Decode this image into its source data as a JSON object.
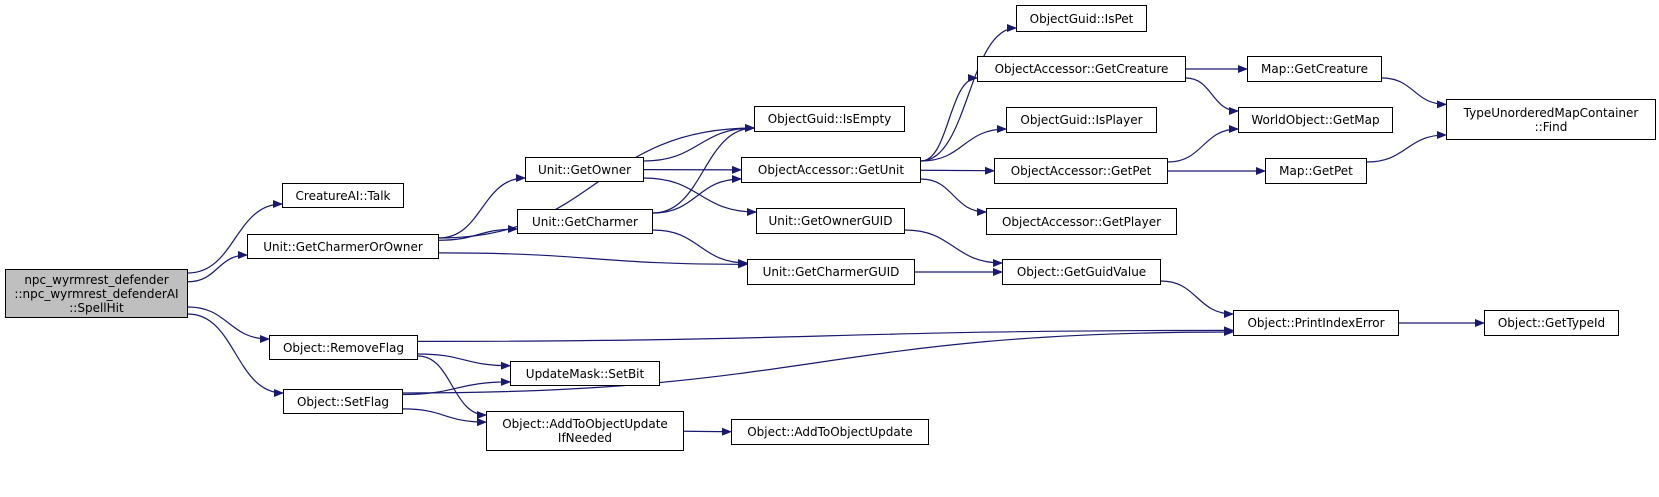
{
  "diagram": {
    "type": "call-graph",
    "edge_color": "#191970",
    "root_fill": "#bfbfbf",
    "nodes": [
      {
        "id": "root",
        "label": "npc_wyrmrest_defender\n::npc_wyrmrest_defenderAI\n::SpellHit",
        "root": true
      },
      {
        "id": "talk",
        "label": "CreatureAI::Talk"
      },
      {
        "id": "gcoo",
        "label": "Unit::GetCharmerOrOwner"
      },
      {
        "id": "removeflag",
        "label": "Object::RemoveFlag"
      },
      {
        "id": "setflag",
        "label": "Object::SetFlag"
      },
      {
        "id": "getowner",
        "label": "Unit::GetOwner"
      },
      {
        "id": "getcharmer",
        "label": "Unit::GetCharmer"
      },
      {
        "id": "isempty",
        "label": "ObjectGuid::IsEmpty"
      },
      {
        "id": "getunit",
        "label": "ObjectAccessor::GetUnit"
      },
      {
        "id": "getownerguid",
        "label": "Unit::GetOwnerGUID"
      },
      {
        "id": "getcharmerguid",
        "label": "Unit::GetCharmerGUID"
      },
      {
        "id": "setbit",
        "label": "UpdateMask::SetBit"
      },
      {
        "id": "aoupifneeded",
        "label": "Object::AddToObjectUpdate\nIfNeeded"
      },
      {
        "id": "aou",
        "label": "Object::AddToObjectUpdate"
      },
      {
        "id": "ispet",
        "label": "ObjectGuid::IsPet"
      },
      {
        "id": "oagetcreature",
        "label": "ObjectAccessor::GetCreature"
      },
      {
        "id": "isplayer",
        "label": "ObjectGuid::IsPlayer"
      },
      {
        "id": "oagetpet",
        "label": "ObjectAccessor::GetPet"
      },
      {
        "id": "oagetplayer",
        "label": "ObjectAccessor::GetPlayer"
      },
      {
        "id": "getguidvalue",
        "label": "Object::GetGuidValue"
      },
      {
        "id": "mapgetcreature",
        "label": "Map::GetCreature"
      },
      {
        "id": "getmap",
        "label": "WorldObject::GetMap"
      },
      {
        "id": "mapgetpet",
        "label": "Map::GetPet"
      },
      {
        "id": "printindexerror",
        "label": "Object::PrintIndexError"
      },
      {
        "id": "find",
        "label": "TypeUnorderedMapContainer\n::Find"
      },
      {
        "id": "gettypeid",
        "label": "Object::GetTypeId"
      }
    ],
    "edges": [
      [
        "root",
        "talk"
      ],
      [
        "root",
        "gcoo"
      ],
      [
        "root",
        "removeflag"
      ],
      [
        "root",
        "setflag"
      ],
      [
        "gcoo",
        "isempty"
      ],
      [
        "gcoo",
        "getowner"
      ],
      [
        "gcoo",
        "getcharmer"
      ],
      [
        "gcoo",
        "getcharmerguid"
      ],
      [
        "getowner",
        "isempty"
      ],
      [
        "getowner",
        "getunit"
      ],
      [
        "getowner",
        "getownerguid"
      ],
      [
        "getcharmer",
        "isempty"
      ],
      [
        "getcharmer",
        "getunit"
      ],
      [
        "getcharmer",
        "getcharmerguid"
      ],
      [
        "getunit",
        "ispet"
      ],
      [
        "getunit",
        "oagetcreature"
      ],
      [
        "getunit",
        "isplayer"
      ],
      [
        "getunit",
        "oagetpet"
      ],
      [
        "getunit",
        "oagetplayer"
      ],
      [
        "getownerguid",
        "getguidvalue"
      ],
      [
        "getcharmerguid",
        "getguidvalue"
      ],
      [
        "oagetcreature",
        "mapgetcreature"
      ],
      [
        "oagetcreature",
        "getmap"
      ],
      [
        "oagetpet",
        "getmap"
      ],
      [
        "oagetpet",
        "mapgetpet"
      ],
      [
        "mapgetcreature",
        "find"
      ],
      [
        "mapgetpet",
        "find"
      ],
      [
        "getguidvalue",
        "printindexerror"
      ],
      [
        "removeflag",
        "printindexerror"
      ],
      [
        "removeflag",
        "setbit"
      ],
      [
        "removeflag",
        "aoupifneeded"
      ],
      [
        "setflag",
        "setbit"
      ],
      [
        "setflag",
        "aoupifneeded"
      ],
      [
        "setflag",
        "printindexerror"
      ],
      [
        "aoupifneeded",
        "aou"
      ],
      [
        "printindexerror",
        "gettypeid"
      ]
    ]
  }
}
